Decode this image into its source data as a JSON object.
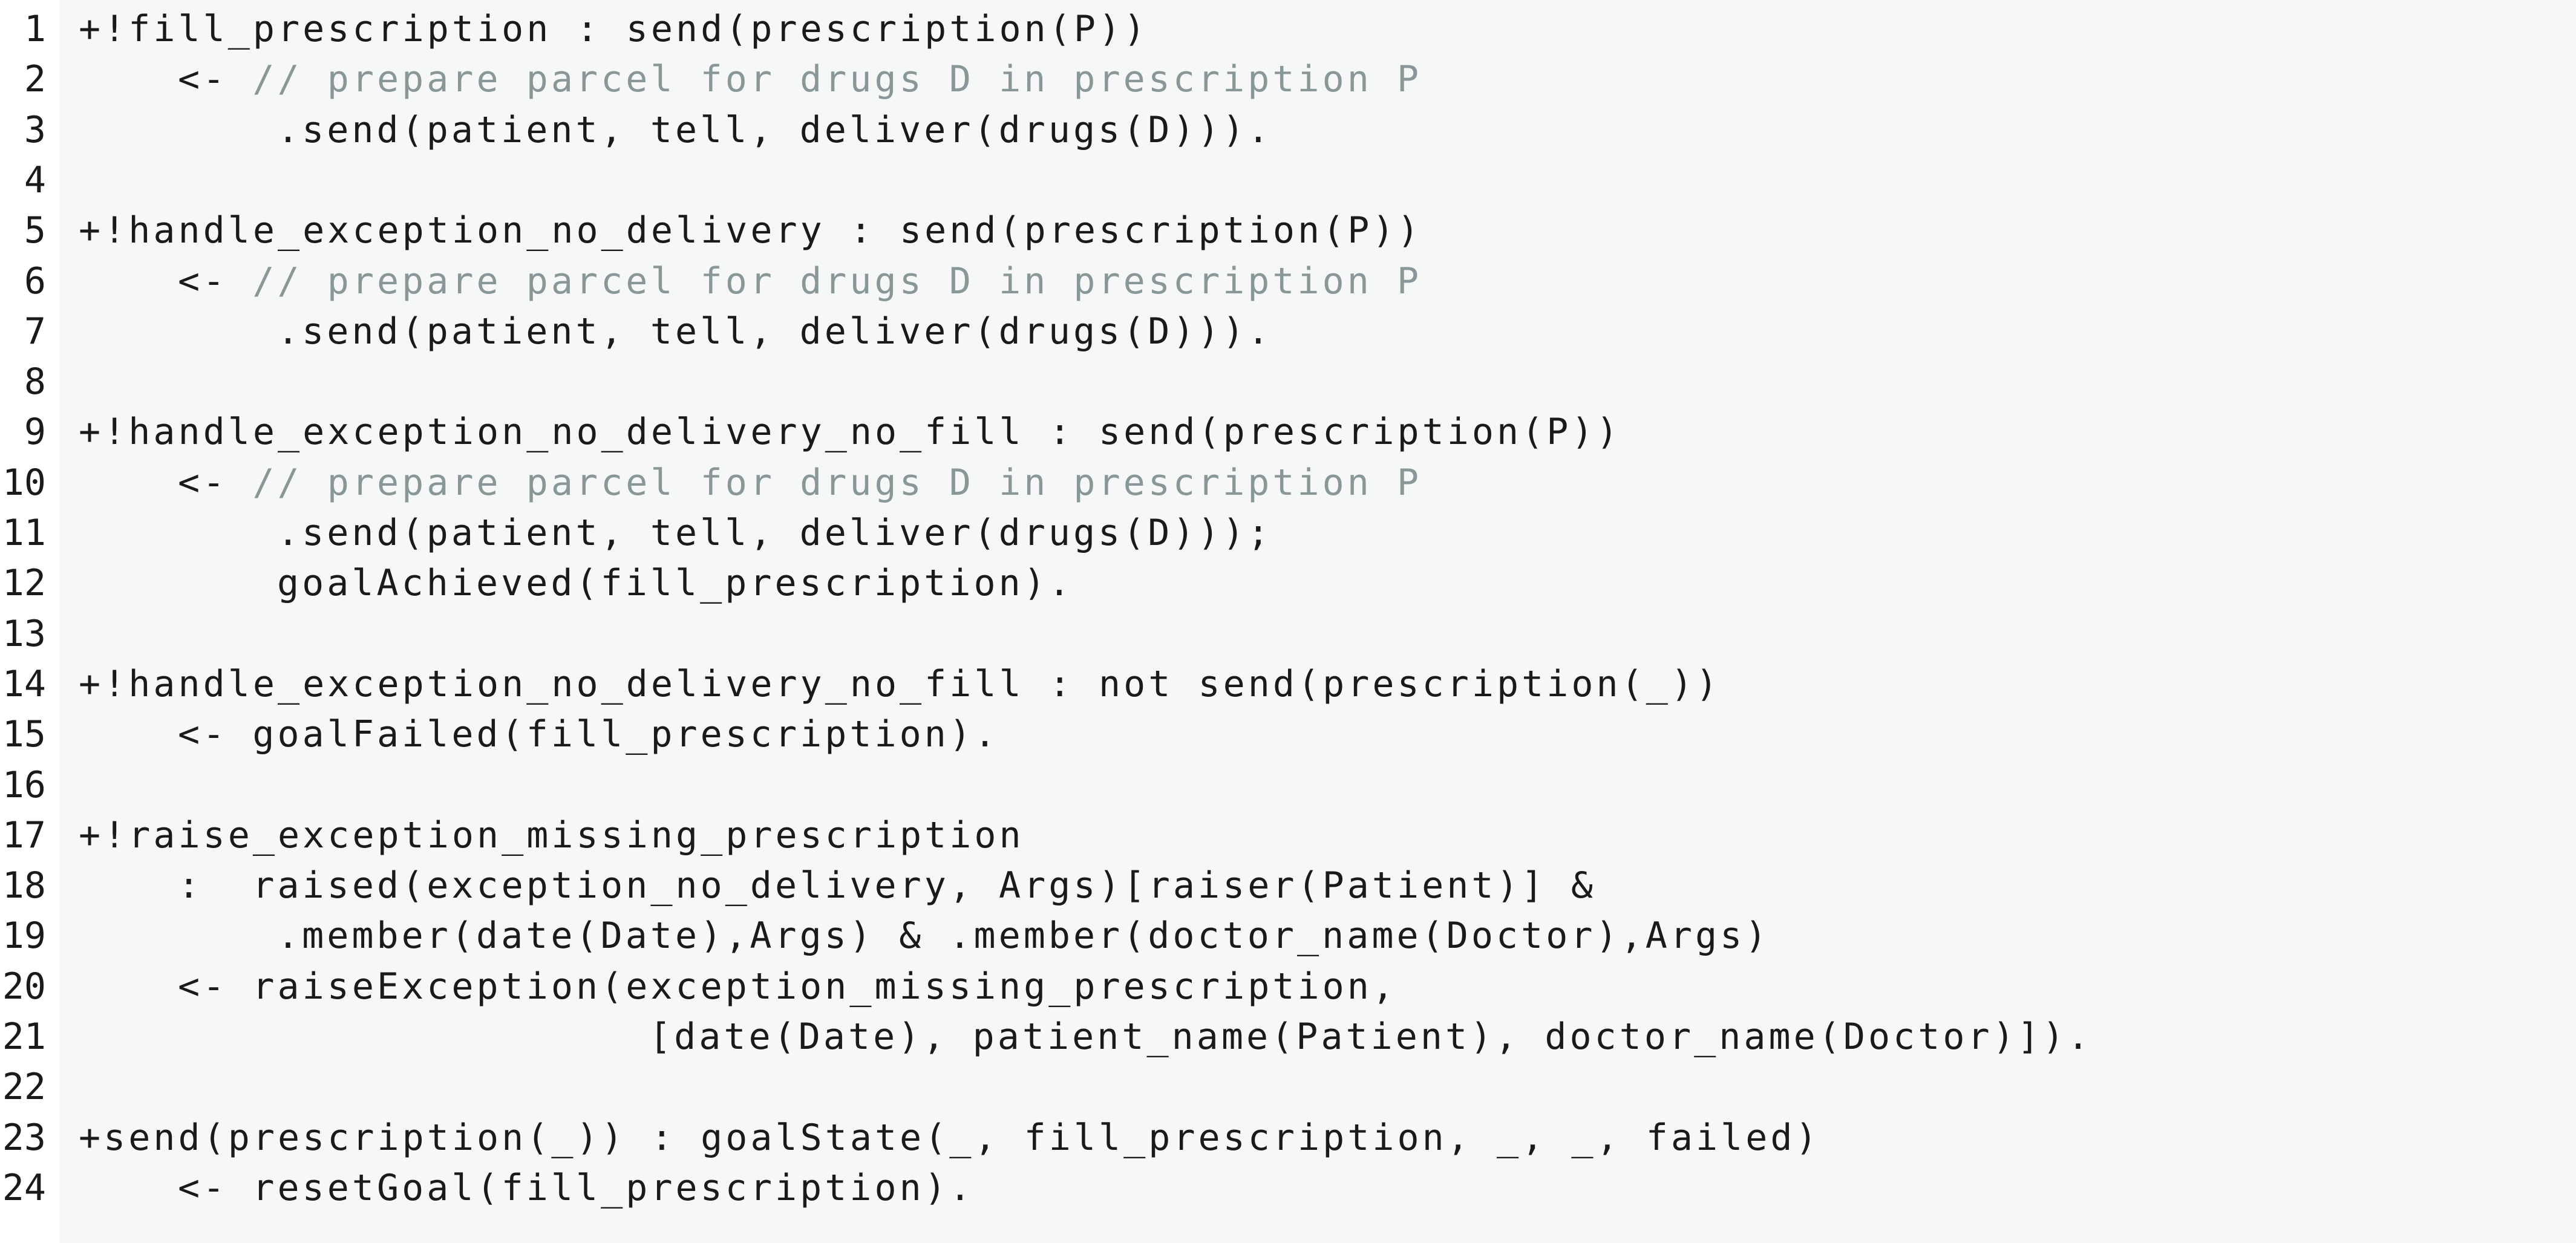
{
  "listing": {
    "lines": [
      {
        "num": "1",
        "indent": 0,
        "code": "+!fill_prescription : send(prescription(P))",
        "comment": ""
      },
      {
        "num": "2",
        "indent": 4,
        "code": "<- ",
        "comment": "// prepare parcel for drugs D in prescription P"
      },
      {
        "num": "3",
        "indent": 8,
        "code": ".send(patient, tell, deliver(drugs(D))).",
        "comment": ""
      },
      {
        "num": "4",
        "indent": 0,
        "code": "",
        "comment": ""
      },
      {
        "num": "5",
        "indent": 0,
        "code": "+!handle_exception_no_delivery : send(prescription(P))",
        "comment": ""
      },
      {
        "num": "6",
        "indent": 4,
        "code": "<- ",
        "comment": "// prepare parcel for drugs D in prescription P"
      },
      {
        "num": "7",
        "indent": 8,
        "code": ".send(patient, tell, deliver(drugs(D))).",
        "comment": ""
      },
      {
        "num": "8",
        "indent": 0,
        "code": "",
        "comment": ""
      },
      {
        "num": "9",
        "indent": 0,
        "code": "+!handle_exception_no_delivery_no_fill : send(prescription(P))",
        "comment": ""
      },
      {
        "num": "10",
        "indent": 4,
        "code": "<- ",
        "comment": "// prepare parcel for drugs D in prescription P"
      },
      {
        "num": "11",
        "indent": 8,
        "code": ".send(patient, tell, deliver(drugs(D)));",
        "comment": ""
      },
      {
        "num": "12",
        "indent": 8,
        "code": "goalAchieved(fill_prescription).",
        "comment": ""
      },
      {
        "num": "13",
        "indent": 0,
        "code": "",
        "comment": ""
      },
      {
        "num": "14",
        "indent": 0,
        "code": "+!handle_exception_no_delivery_no_fill : not send(prescription(_))",
        "comment": ""
      },
      {
        "num": "15",
        "indent": 4,
        "code": "<- goalFailed(fill_prescription).",
        "comment": ""
      },
      {
        "num": "16",
        "indent": 0,
        "code": "",
        "comment": ""
      },
      {
        "num": "17",
        "indent": 0,
        "code": "+!raise_exception_missing_prescription",
        "comment": ""
      },
      {
        "num": "18",
        "indent": 4,
        "code": ":  raised(exception_no_delivery, Args)[raiser(Patient)] &",
        "comment": ""
      },
      {
        "num": "19",
        "indent": 8,
        "code": ".member(date(Date),Args) & .member(doctor_name(Doctor),Args)",
        "comment": ""
      },
      {
        "num": "20",
        "indent": 4,
        "code": "<- raiseException(exception_missing_prescription,",
        "comment": ""
      },
      {
        "num": "21",
        "indent": 23,
        "code": "[date(Date), patient_name(Patient), doctor_name(Doctor)]).",
        "comment": ""
      },
      {
        "num": "22",
        "indent": 0,
        "code": "",
        "comment": ""
      },
      {
        "num": "23",
        "indent": 0,
        "code": "+send(prescription(_)) : goalState(_, fill_prescription, _, _, failed)",
        "comment": ""
      },
      {
        "num": "24",
        "indent": 4,
        "code": "<- resetGoal(fill_prescription).",
        "comment": ""
      }
    ]
  }
}
